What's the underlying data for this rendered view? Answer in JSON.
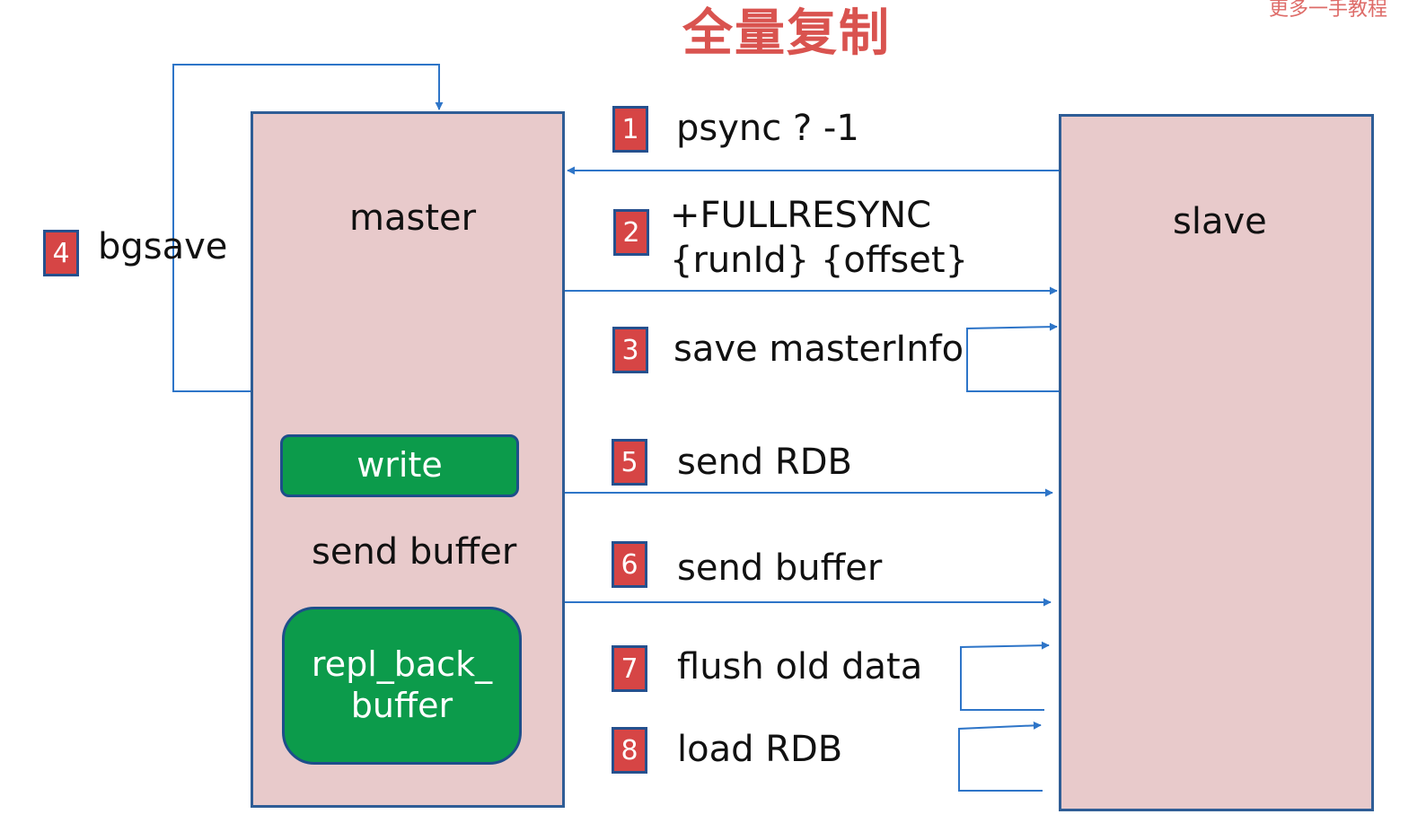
{
  "title": "全量复制",
  "watermark": "更多一手教程",
  "nodes": {
    "master": "master",
    "slave": "slave",
    "write": "write",
    "repl_back_buffer_line1": "repl_back_",
    "repl_back_buffer_line2": "buffer",
    "internal_edge_label": "send buffer"
  },
  "steps": [
    {
      "num": "1",
      "label": "psync ? -1"
    },
    {
      "num": "2",
      "label_line1": "+FULLRESYNC",
      "label_line2": "{runId} {offset}"
    },
    {
      "num": "3",
      "label": "save masterInfo"
    },
    {
      "num": "4",
      "label": "bgsave"
    },
    {
      "num": "5",
      "label": "send RDB"
    },
    {
      "num": "6",
      "label": "send buffer"
    },
    {
      "num": "7",
      "label": "flush old data"
    },
    {
      "num": "8",
      "label": "load RDB"
    }
  ],
  "colors": {
    "title": "#d9534f",
    "box_fill": "#e8cacb",
    "box_border": "#2f5d96",
    "green": "#0c9b4b",
    "badge": "#d64545",
    "arrow": "#2e75c8"
  }
}
